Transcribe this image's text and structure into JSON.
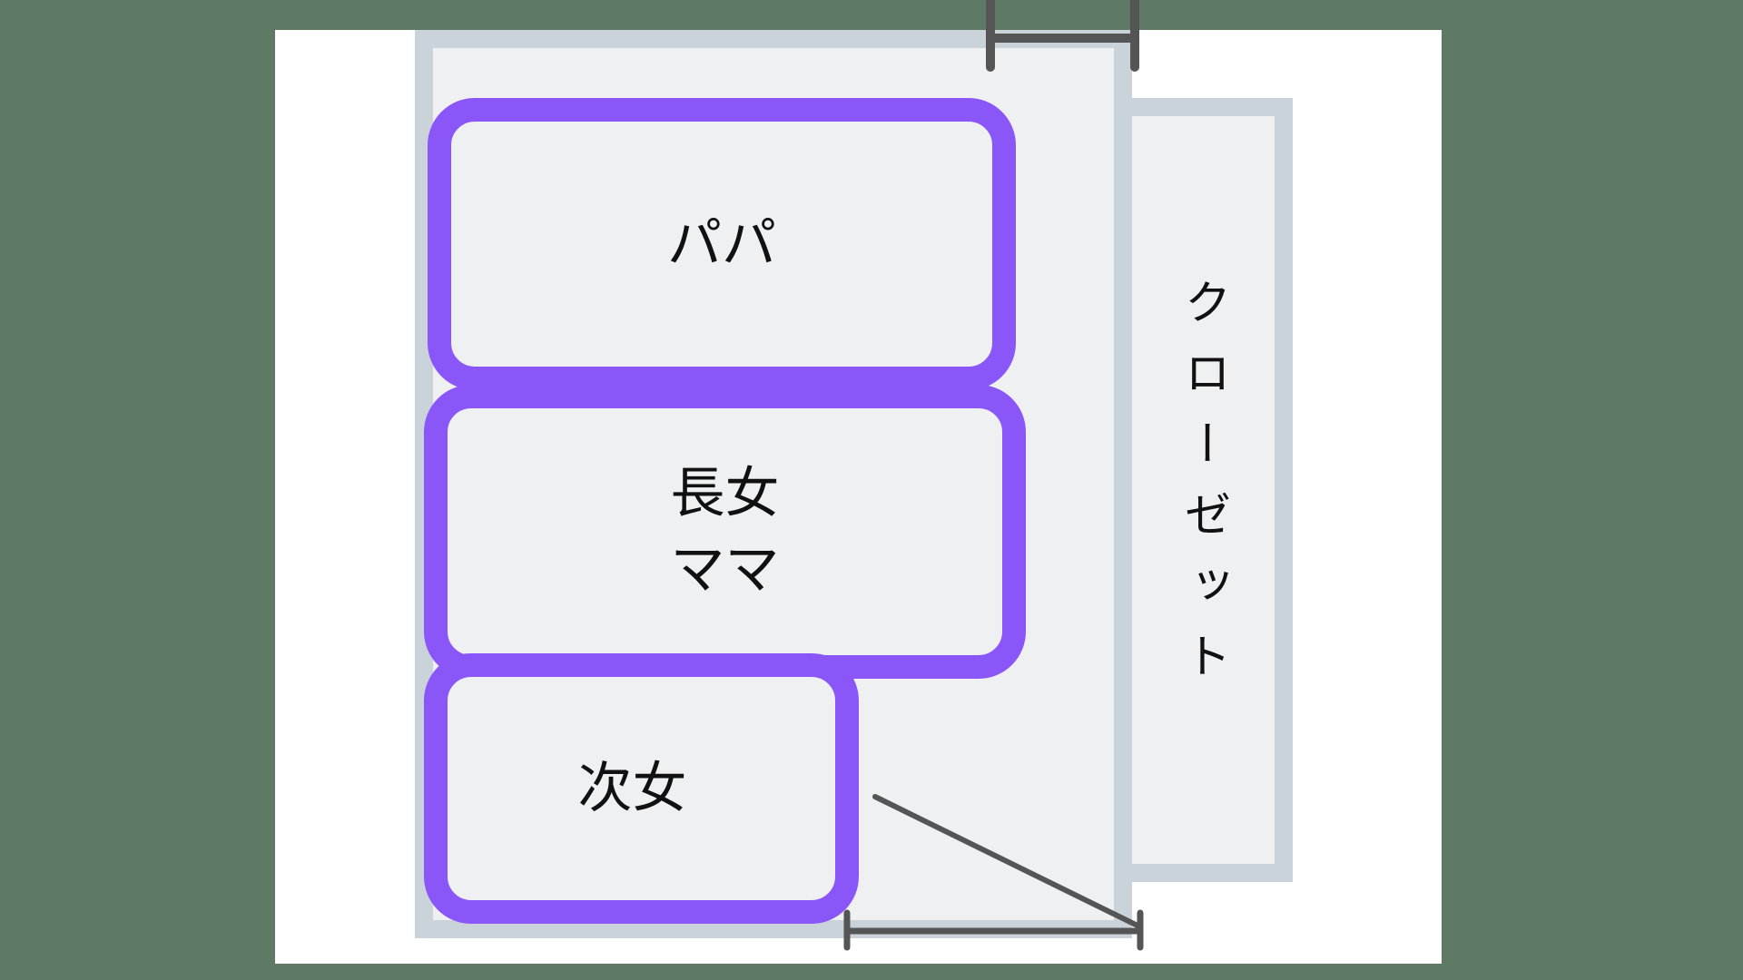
{
  "colors": {
    "outer_background": "#5e7a64",
    "canvas": "#ffffff",
    "room_fill": "#eef0f2",
    "wall": "#cbd3da",
    "futon_border": "#8b56f8",
    "marker": "#555555"
  },
  "closet": {
    "label": "クローゼット"
  },
  "futons": {
    "papa": {
      "line1": "パパ"
    },
    "ane": {
      "line1": "長女",
      "line2": "ママ"
    },
    "imoto": {
      "line1": "次女"
    }
  }
}
